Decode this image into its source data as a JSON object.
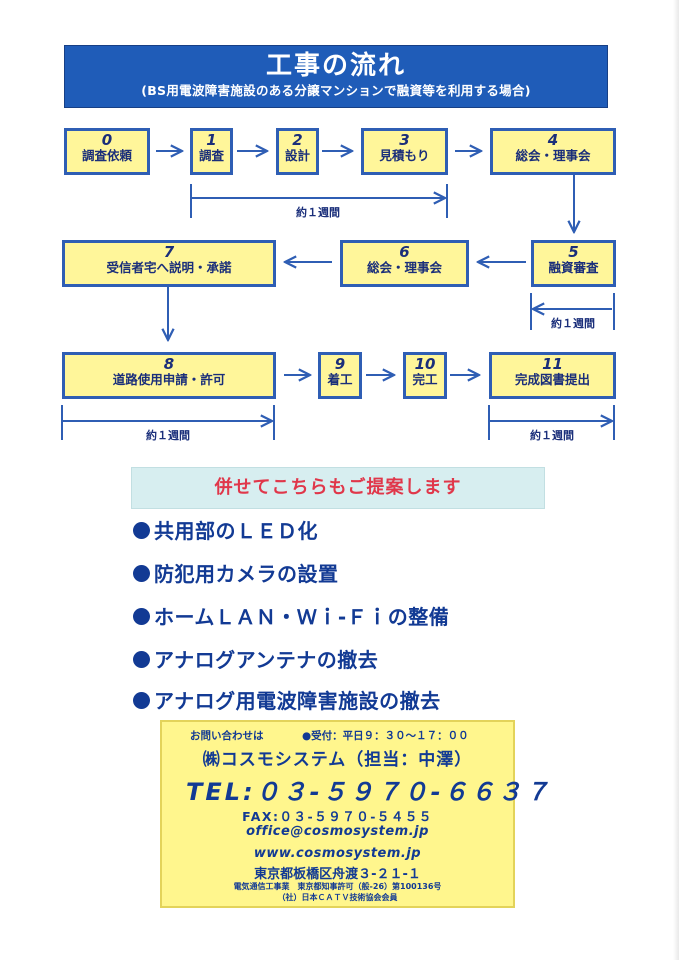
{
  "header": {
    "title": "工事の流れ",
    "subtitle": "(BS用電波障害施設のある分譲マンションで融資等を利用する場合)"
  },
  "steps": [
    {
      "num": "0",
      "label": "調査依頼"
    },
    {
      "num": "1",
      "label": "調査"
    },
    {
      "num": "2",
      "label": "設計"
    },
    {
      "num": "3",
      "label": "見積もり"
    },
    {
      "num": "4",
      "label": "総会・理事会"
    },
    {
      "num": "5",
      "label": "融資審査"
    },
    {
      "num": "6",
      "label": "総会・理事会"
    },
    {
      "num": "7",
      "label": "受信者宅へ説明・承諾"
    },
    {
      "num": "8",
      "label": "道路使用申請・許可"
    },
    {
      "num": "9",
      "label": "着工"
    },
    {
      "num": "10",
      "label": "完工"
    },
    {
      "num": "11",
      "label": "完成図書提出"
    }
  ],
  "durations": {
    "survey_to_estimate": "約１週間",
    "loan_review": "約１週間",
    "road_permit": "約１週間",
    "completion_docs": "約１週間"
  },
  "proposal": {
    "heading": "併せてこちらもご提案します",
    "items": [
      "共用部のＬＥＤ化",
      "防犯用カメラの設置",
      "ホームＬＡＮ・Ｗｉ-Ｆｉの整備",
      "アナログアンテナの撤去",
      "アナログ用電波障害施設の撤去"
    ]
  },
  "contact": {
    "inquiry_label": "お問い合わせは",
    "hours": "●受付：平日９：３０～１７：００",
    "company": "㈱コスモシステム（担当：中澤）",
    "tel": "TEL:０３-５９７０-６６３７",
    "fax": "FAX:０３-５９７０-５４５５",
    "email": "office@cosmosystem.jp",
    "url": "www.cosmosystem.jp",
    "address": "東京都板橋区舟渡３-２１-１",
    "license": "電気通信工事業　東京都知事許可（般-26）第100136号",
    "association": "（社）日本ＣＡＴＶ技術協会会員"
  },
  "colors": {
    "header_bg": "#1f5cb8",
    "box_fill": "#fff69a",
    "box_border": "#2f5eb4",
    "proposal_bg": "#d7eef0",
    "proposal_text": "#e0374a",
    "text_blue": "#123a94",
    "contact_bg": "#fff68d"
  }
}
